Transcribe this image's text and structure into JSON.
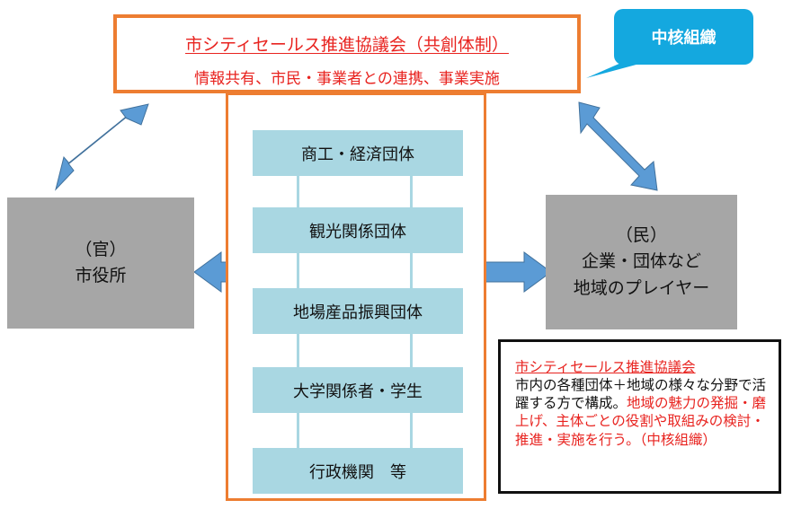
{
  "header_box": {
    "title": "市シティセールス推進協議会（共創体制）",
    "subtitle": "情報共有、市民・事業者との連携、事業実施"
  },
  "tag": {
    "label": "中核組織",
    "color": "#14a8df"
  },
  "organizations": [
    "商工・経済団体",
    "観光関係団体",
    "地場産品振興団体",
    "大学関係者・学生",
    "行政機関　等"
  ],
  "left_box": {
    "line1": "（官）",
    "line2": "市役所"
  },
  "right_box": {
    "line1": "（民）",
    "line2": "企業・団体など",
    "line3": "地域のプレイヤー"
  },
  "note": {
    "heading": "市シティセールス推進協議会",
    "body_black": "市内の各種団体＋地域の様々な分野で活躍する方で構成。",
    "body_red": "地域の魅力の発掘・磨上げ、主体ごとの役割や取組みの検討・推進・実施を行う。（中核組織）"
  },
  "colors": {
    "frame": "#ed7d31",
    "org_fill": "#a9d7e2",
    "gray": "#a6a6a6",
    "arrow": "#5b9bd5",
    "red_text": "#e8231f"
  }
}
